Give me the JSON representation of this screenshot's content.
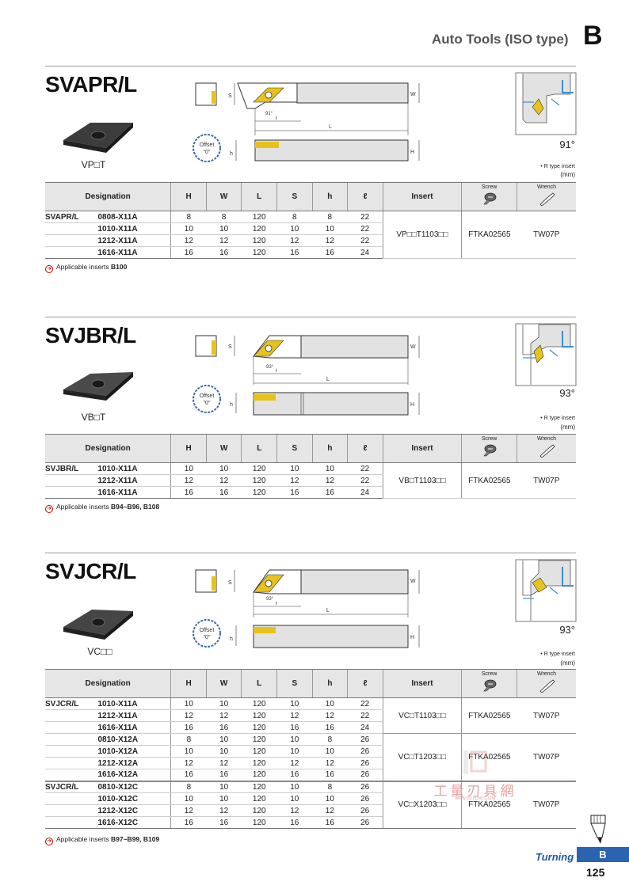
{
  "header": {
    "title": "Auto Tools (ISO type)",
    "letter": "B"
  },
  "columns": [
    "Designation",
    "H",
    "W",
    "L",
    "S",
    "h",
    "ℓ",
    "Insert",
    "Screw",
    "Wrench"
  ],
  "sections": [
    {
      "name": "SVAPR/L",
      "insert_code": "VP□T",
      "angle": "91°",
      "diagram_angle": "91°",
      "offset": "Offset \"0\"",
      "note1": "• R type insert",
      "note2": "(mm)",
      "rows": [
        [
          "SVAPR/L",
          "0808-X11A",
          "8",
          "8",
          "120",
          "8",
          "8",
          "22"
        ],
        [
          "",
          "1010-X11A",
          "10",
          "10",
          "120",
          "10",
          "10",
          "22"
        ],
        [
          "",
          "1212-X11A",
          "12",
          "12",
          "120",
          "12",
          "12",
          "22"
        ],
        [
          "",
          "1616-X11A",
          "16",
          "16",
          "120",
          "16",
          "16",
          "24"
        ]
      ],
      "insert": "VP□□T1103□□",
      "screw": "FTKA02565",
      "wrench": "TW07P",
      "applicable_label": "Applicable inserts",
      "applicable_pages": "B100"
    },
    {
      "name": "SVJBR/L",
      "insert_code": "VB□T",
      "angle": "93°",
      "diagram_angle": "93°",
      "offset": "Offset \"0\"",
      "note1": "• R type insert",
      "note2": "(mm)",
      "rows": [
        [
          "SVJBR/L",
          "1010-X11A",
          "10",
          "10",
          "120",
          "10",
          "10",
          "22"
        ],
        [
          "",
          "1212-X11A",
          "12",
          "12",
          "120",
          "12",
          "12",
          "22"
        ],
        [
          "",
          "1616-X11A",
          "16",
          "16",
          "120",
          "16",
          "16",
          "24"
        ]
      ],
      "insert": "VB□T1103□□",
      "screw": "FTKA02565",
      "wrench": "TW07P",
      "applicable_label": "Applicable inserts",
      "applicable_pages": "B94~B96, B108"
    },
    {
      "name": "SVJCR/L",
      "insert_code": "VC□□",
      "angle": "93°",
      "diagram_angle": "93°",
      "offset": "Offset \"0\"",
      "note1": "• R type insert",
      "note2": "(mm)",
      "groups": [
        {
          "rows": [
            [
              "SVJCR/L",
              "1010-X11A",
              "10",
              "10",
              "120",
              "10",
              "10",
              "22"
            ],
            [
              "",
              "1212-X11A",
              "12",
              "12",
              "120",
              "12",
              "12",
              "22"
            ],
            [
              "",
              "1616-X11A",
              "16",
              "16",
              "120",
              "16",
              "16",
              "24"
            ]
          ],
          "insert": "VC□T1103□□",
          "screw": "FTKA02565",
          "wrench": "TW07P"
        },
        {
          "rows": [
            [
              "",
              "0810-X12A",
              "8",
              "10",
              "120",
              "10",
              "8",
              "26"
            ],
            [
              "",
              "1010-X12A",
              "10",
              "10",
              "120",
              "10",
              "10",
              "26"
            ],
            [
              "",
              "1212-X12A",
              "12",
              "12",
              "120",
              "12",
              "12",
              "26"
            ],
            [
              "",
              "1616-X12A",
              "16",
              "16",
              "120",
              "16",
              "16",
              "26"
            ]
          ],
          "insert": "VC□T1203□□",
          "screw": "FTKA02565",
          "wrench": "TW07P"
        },
        {
          "rows": [
            [
              "SVJCR/L",
              "0810-X12C",
              "8",
              "10",
              "120",
              "10",
              "8",
              "26"
            ],
            [
              "",
              "1010-X12C",
              "10",
              "10",
              "120",
              "10",
              "10",
              "26"
            ],
            [
              "",
              "1212-X12C",
              "12",
              "12",
              "120",
              "12",
              "12",
              "26"
            ],
            [
              "",
              "1616-X12C",
              "16",
              "16",
              "120",
              "16",
              "16",
              "26"
            ]
          ],
          "insert": "VC□X1203□□",
          "screw": "FTKA02565",
          "wrench": "TW07P"
        }
      ],
      "applicable_label": "Applicable inserts",
      "applicable_pages": "B97~B99, B109"
    }
  ],
  "dim_labels": {
    "S": "S",
    "W": "W",
    "L": "L",
    "h": "h",
    "H": "H",
    "l": "ℓ"
  },
  "footer": {
    "section": "Turning",
    "letter": "B",
    "page": "125"
  },
  "watermark": {
    "text": "工量刃具網",
    "url": "www.GLRJW.COM"
  },
  "colors": {
    "accent": "#2a63b0",
    "insert_gold": "#e8c21a",
    "table_header": "#e6e6e6"
  }
}
